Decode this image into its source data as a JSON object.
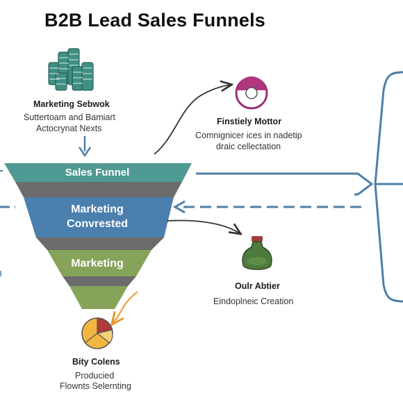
{
  "title": "B2B Lead Sales Funnels",
  "top_block": {
    "title": "Marketing Sebwok",
    "line1": "Suttertoam and Bamiart",
    "line2": "Actocrynat Nexts"
  },
  "right_top_block": {
    "title": "Finstiely Mottor",
    "line1": "Comnignicer ices in nadetip",
    "line2": "draic cellectation"
  },
  "right_mid_block": {
    "title": "Oulr Abtier",
    "line1": "Eindoplneic Creation"
  },
  "bottom_block": {
    "title": "Bity Colens",
    "line1": "Producied",
    "line2": "Flownts Selernting"
  },
  "funnel": {
    "stage1": "Sales Funnel",
    "stage2_line1": "Marketing",
    "stage2_line2": "Convrested",
    "stage3": "Marketing"
  },
  "colors": {
    "teal": "#4f9a93",
    "gray": "#6b6b6b",
    "blue": "#4a7fae",
    "green": "#86a35a",
    "arrow_blue": "#4d7ea8",
    "orange": "#f0a432"
  },
  "icons": [
    "coin-stack-icon",
    "target-icon",
    "bottle-icon",
    "pie-chart-icon"
  ]
}
